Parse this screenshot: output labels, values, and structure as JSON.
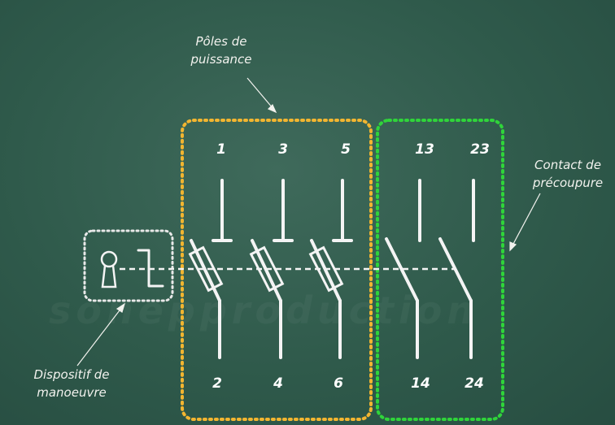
{
  "labels": {
    "power_poles": [
      "Pôles de",
      "puissance"
    ],
    "precut_contact": [
      "Contact de",
      "précoupure"
    ],
    "operating_device": [
      "Dispositif de",
      "manoeuvre"
    ]
  },
  "watermark": "sonepproduction",
  "terminals": {
    "top": [
      "1",
      "3",
      "5",
      "13",
      "23"
    ],
    "bottom": [
      "2",
      "4",
      "6",
      "14",
      "24"
    ]
  },
  "colors": {
    "background": "#2f5a4b",
    "power_box": "#f2b530",
    "precut_box": "#2fd43a",
    "device_box": "#e8e8e8",
    "lines": "#f4f4f4"
  },
  "icons": [
    "keyhole-icon",
    "handle-icon",
    "fuse-icon",
    "switch-contact-icon"
  ]
}
